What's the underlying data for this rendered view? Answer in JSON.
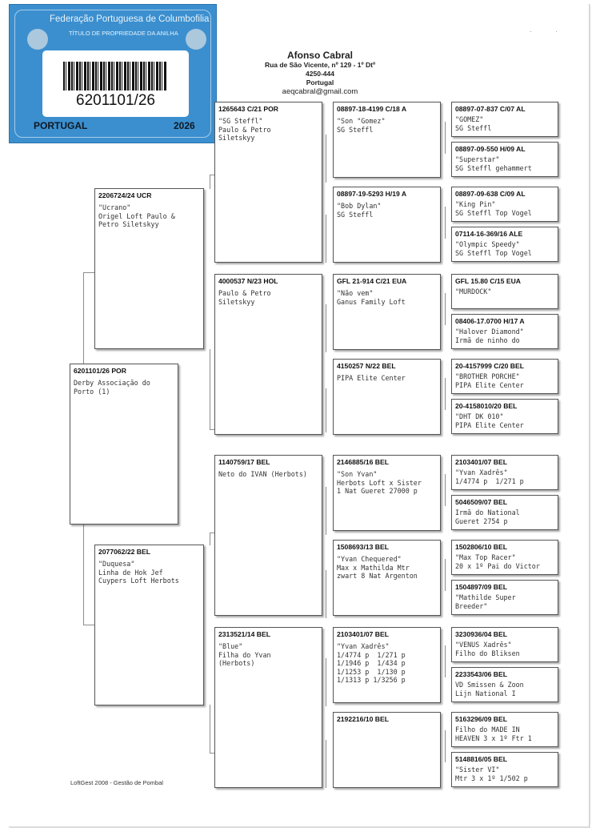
{
  "ring_label": {
    "federation": "Federação Portuguesa de Columbofilia",
    "title": "TÍTULO DE PROPRIEDADE DA ANILHA",
    "number": "6201101/26",
    "country": "PORTUGAL",
    "year": "2026"
  },
  "owner": {
    "name": "Afonso Cabral",
    "address": "Rua de São Vicente, nº 129 - 1º Dtº",
    "postcode": "4250-444",
    "country": "Portugal",
    "email": "aeqcabral@gmail.com"
  },
  "footer": "LoftGest 2008 - Gestão de Pombal",
  "colors": {
    "ring_label_bg": "#3b8fcf",
    "card_border": "#555555"
  },
  "pigeons": {
    "p": {
      "ring": "6201101/26 POR",
      "info": "Derby Associação do\nPorto (1)"
    },
    "s": {
      "ring": "2206724/24 UCR",
      "info": "\"Ucrano\"\nOrigel Loft Paulo &\nPetro Siletskyy"
    },
    "d": {
      "ring": "2077062/22 BEL",
      "info": "\"Duquesa\"\nLinha de Hok Jef\nCuypers Loft Herbots"
    },
    "ss": {
      "ring": "1265643 C/21 POR",
      "info": "\"SG Steffl\"\nPaulo & Petro\nSiletskyy"
    },
    "sd": {
      "ring": "4000537 N/23 HOL",
      "info": "Paulo & Petro\nSiletskyy"
    },
    "ds": {
      "ring": "1140759/17 BEL",
      "info": "Neto do IVAN (Herbots)"
    },
    "dd": {
      "ring": "2313521/14 BEL",
      "info": "\"Blue\"\nFilha do Yvan\n(Herbots)"
    },
    "sss": {
      "ring": "08897-18-4199 C/18 A",
      "info": "\"Son \"Gomez\"\nSG Steffl"
    },
    "ssd": {
      "ring": "08897-19-5293 H/19 A",
      "info": "\"Bob Dylan\"\nSG Steffl"
    },
    "sds": {
      "ring": "GFL 21-914 C/21 EUA",
      "info": "\"Não vem\"\nGanus Family Loft"
    },
    "sdd": {
      "ring": "4150257 N/22 BEL",
      "info": "PIPA Elite Center"
    },
    "dss": {
      "ring": "2146885/16 BEL",
      "info": "\"Son Yvan\"\nHerbots Loft x Sister\n1 Nat Gueret 27000 p"
    },
    "dsd": {
      "ring": "1508693/13 BEL",
      "info": "\"Yvan Chequered\"\nMax x Mathilda Mtr\nzwart 8 Nat Argenton"
    },
    "dds": {
      "ring": "2103401/07 BEL",
      "info": "\"Yvan Xadrês\"\n1/4774 p  1/271 p\n1/1946 p  1/434 p\n1/1253 p  1/130 p\n1/1313 p 1/3256 p"
    },
    "ddd": {
      "ring": "2192216/10 BEL",
      "info": ""
    },
    "ssss": {
      "ring": "08897-07-837 C/07 AL",
      "info": "\"GOMEZ\"\nSG Steffl"
    },
    "sssd": {
      "ring": "08897-09-550 H/09 AL",
      "info": "\"Superstar\"\nSG Steffl gehammert"
    },
    "ssds": {
      "ring": "08897-09-638 C/09 AL",
      "info": "\"King Pin\"\nSG Steffl Top Vogel"
    },
    "ssdd": {
      "ring": "07114-16-369/16 ALE",
      "info": "\"Olympic Speedy\"\nSG Steffl Top Vogel"
    },
    "sdss": {
      "ring": "GFL 15.80 C/15 EUA",
      "info": "\"MURDOCK\""
    },
    "sdsd": {
      "ring": "08406-17.0700 H/17 A",
      "info": "\"Halover Diamond\"\nIrmã de ninho do"
    },
    "sdds": {
      "ring": "20-4157999 C/20 BEL",
      "info": "\"BROTHER PORCHE\"\nPIPA Elite Center"
    },
    "sddd": {
      "ring": "20-4158010/20 BEL",
      "info": "\"DHT DK 010\"\nPIPA Elite Center"
    },
    "dsss": {
      "ring": "2103401/07 BEL",
      "info": "\"Yvan Xadrês\"\n1/4774 p  1/271 p"
    },
    "dssd": {
      "ring": "5046509/07 BEL",
      "info": "Irmã do National\nGueret 2754 p"
    },
    "dsds": {
      "ring": "1502806/10 BEL",
      "info": "\"Max Top Racer\"\n20 x 1º Pai do Victor"
    },
    "dsdd": {
      "ring": "1504897/09 BEL",
      "info": "\"Mathilde Super\nBreeder\""
    },
    "ddss": {
      "ring": "3230936/04 BEL",
      "info": "\"VENUS Xadrês\"\nFilho do Bliksen"
    },
    "ddsd": {
      "ring": "2233543/06 BEL",
      "info": "VD Smissen & Zoon\nLijn National I"
    },
    "ddds": {
      "ring": "5163296/09 BEL",
      "info": "Filho do MADE IN\nHEAVEN 3 x 1º Ftr 1"
    },
    "dddd": {
      "ring": "5148816/05 BEL",
      "info": "\"Sister VI\"\nMtr 3 x 1º 1/502 p"
    }
  }
}
